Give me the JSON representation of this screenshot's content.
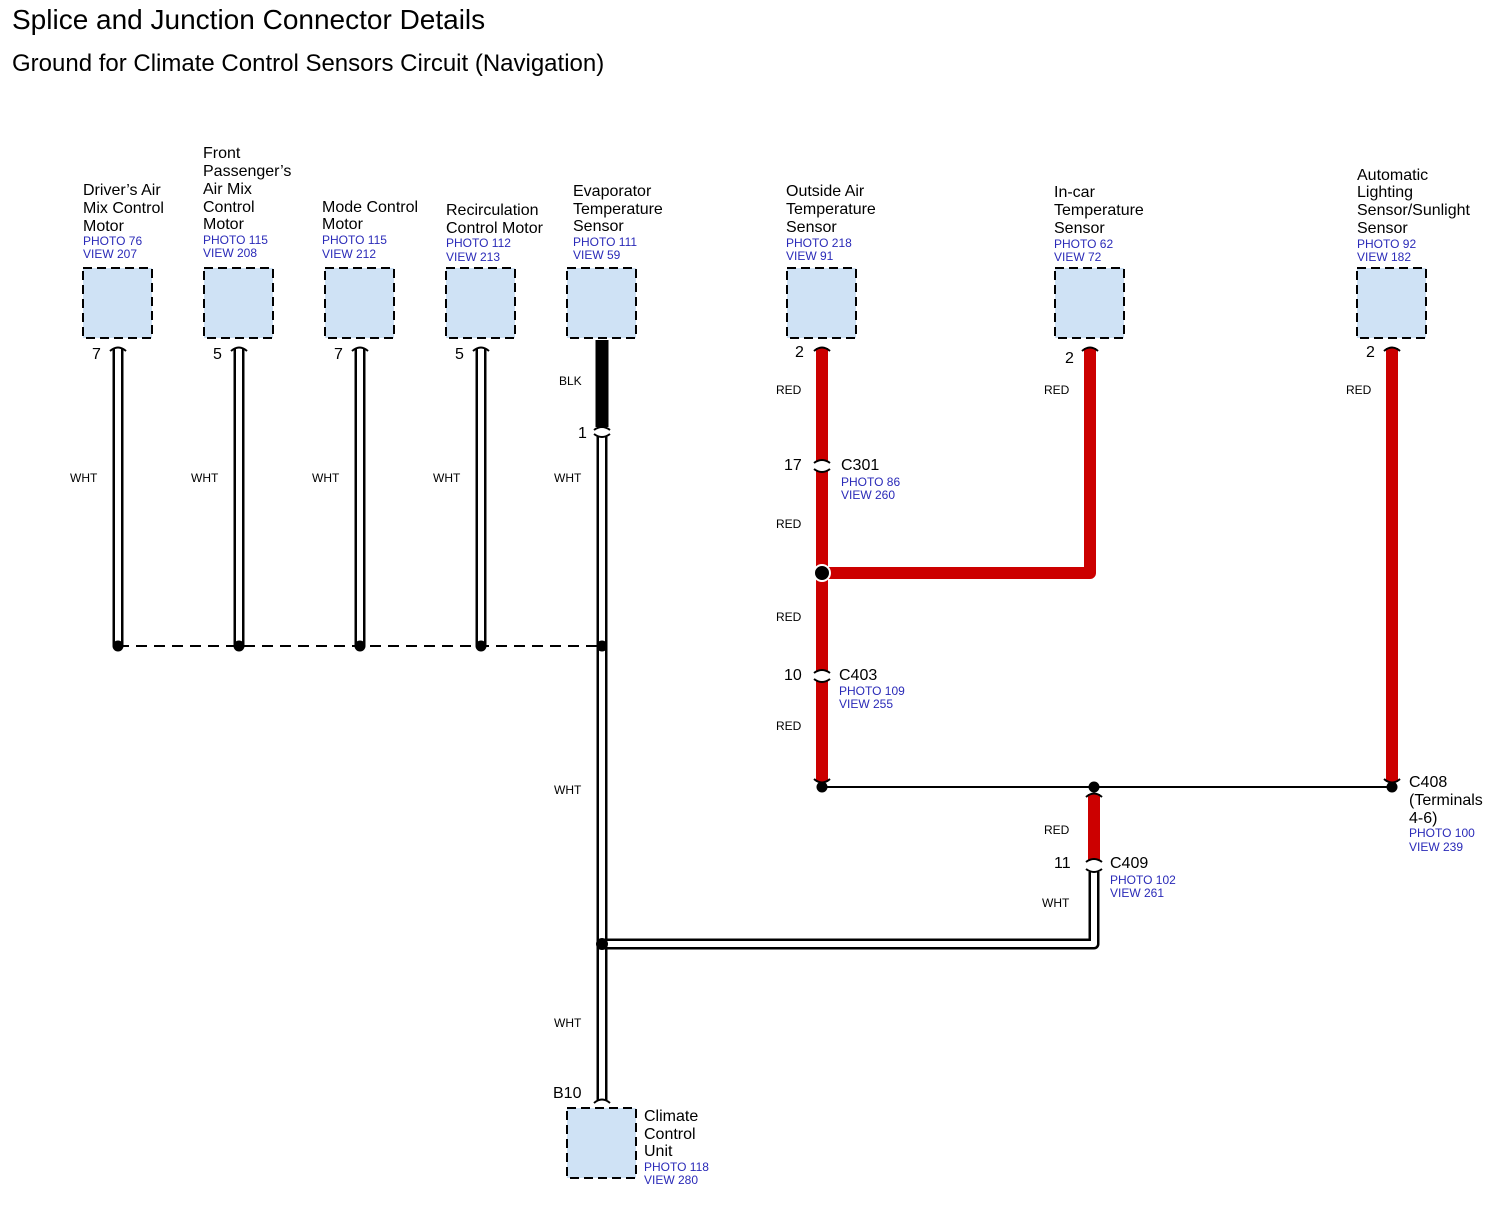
{
  "title": "Splice and Junction Connector Details",
  "subtitle": "Ground for Climate Control Sensors Circuit (Navigation)",
  "colors": {
    "red_wire": "#cc0000",
    "blk_wire": "#000000",
    "wht_wire": "#ffffff",
    "component_fill": "#cfe2f5",
    "reference_text": "#2a2ab8"
  },
  "components": {
    "drivers_air_mix": {
      "name": [
        "Driver’s Air",
        "Mix Control",
        "Motor"
      ],
      "photo": "PHOTO 76",
      "view": "VIEW 207",
      "pin": "7"
    },
    "front_passenger_air_mix": {
      "name": [
        "Front",
        "Passenger’s",
        "Air Mix",
        "Control",
        "Motor"
      ],
      "photo": "PHOTO 115",
      "view": "VIEW 208",
      "pin": "5"
    },
    "mode_control": {
      "name": [
        "Mode Control",
        "Motor"
      ],
      "photo": "PHOTO 115",
      "view": "VIEW 212",
      "pin": "7"
    },
    "recirculation": {
      "name": [
        "Recirculation",
        "Control Motor"
      ],
      "photo": "PHOTO 112",
      "view": "VIEW 213",
      "pin": "5"
    },
    "evaporator": {
      "name": [
        "Evaporator",
        "Temperature",
        "Sensor"
      ],
      "photo": "PHOTO 111",
      "view": "VIEW 59",
      "pin": "1"
    },
    "outside_air": {
      "name": [
        "Outside Air",
        "Temperature",
        "Sensor"
      ],
      "photo": "PHOTO 218",
      "view": "VIEW 91",
      "pin": "2"
    },
    "in_car": {
      "name": [
        "In-car",
        "Temperature",
        "Sensor"
      ],
      "photo": "PHOTO 62",
      "view": "VIEW 72",
      "pin": "2"
    },
    "auto_lighting": {
      "name": [
        "Automatic",
        "Lighting",
        "Sensor/Sunlight",
        "Sensor"
      ],
      "photo": "PHOTO 92",
      "view": "VIEW 182",
      "pin": "2"
    },
    "climate_control_unit": {
      "name": [
        "Climate",
        "Control",
        "Unit"
      ],
      "photo": "PHOTO 118",
      "view": "VIEW 280",
      "pin": "B10"
    }
  },
  "connectors": {
    "c301": {
      "name": "C301",
      "photo": "PHOTO 86",
      "view": "VIEW 260",
      "pin": "17"
    },
    "c403": {
      "name": "C403",
      "photo": "PHOTO 109",
      "view": "VIEW 255",
      "pin": "10"
    },
    "c409": {
      "name": "C409",
      "photo": "PHOTO 102",
      "view": "VIEW 261",
      "pin": "11"
    },
    "c408": {
      "name": [
        "C408",
        "(Terminals",
        "4-6)"
      ],
      "photo": "PHOTO 100",
      "view": "VIEW 239"
    }
  },
  "wire_labels": {
    "wht": "WHT",
    "blk": "BLK",
    "red": "RED"
  }
}
